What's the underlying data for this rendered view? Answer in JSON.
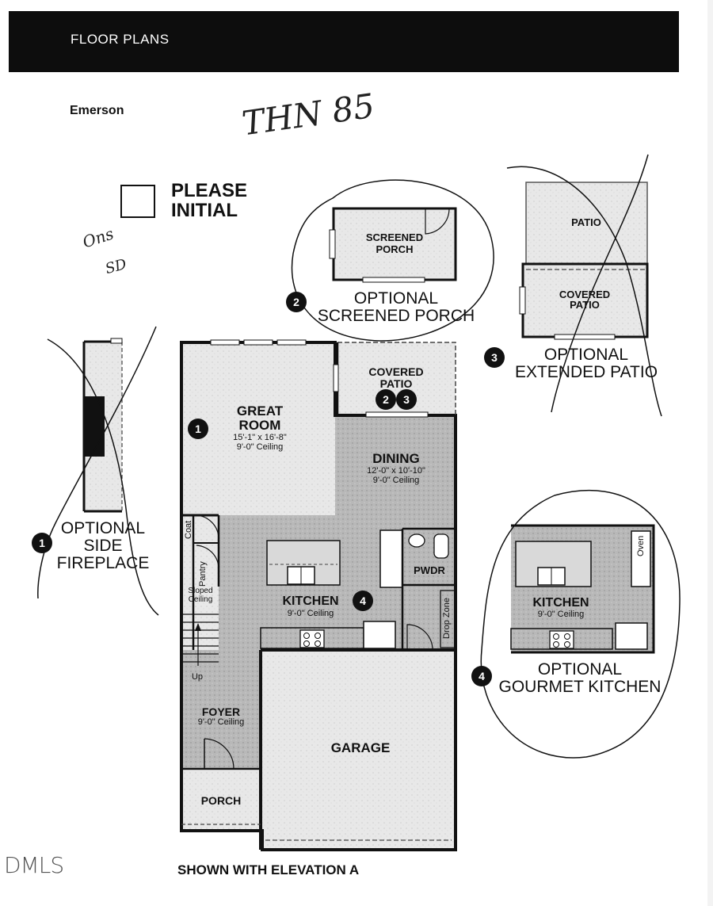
{
  "header": {
    "title": "FLOOR PLANS"
  },
  "plan": {
    "name": "Emerson"
  },
  "handwriting": {
    "code": "THN 85",
    "initials_top": "Ons",
    "initials_bottom": "SD"
  },
  "initial_prompt": {
    "line1": "PLEASE",
    "line2": "INITIAL"
  },
  "rooms": {
    "great_room": {
      "name_line1": "GREAT",
      "name_line2": "ROOM",
      "size": "15'-1\" x 16'-8\"",
      "ceiling": "9'-0\" Ceiling"
    },
    "dining": {
      "name": "DINING",
      "size": "12'-0\" x 10'-10\"",
      "ceiling": "9'-0\" Ceiling"
    },
    "kitchen": {
      "name": "KITCHEN",
      "ceiling": "9'-0\" Ceiling"
    },
    "covered_patio": {
      "line1": "COVERED",
      "line2": "PATIO"
    },
    "foyer": {
      "name": "FOYER",
      "ceiling": "9'-0\" Ceiling"
    },
    "garage": {
      "name": "GARAGE"
    },
    "porch": {
      "name": "PORCH"
    },
    "pwdr": {
      "name": "PWDR"
    },
    "coat": "Coat",
    "pantry": "Pantry",
    "sloped_ceiling": {
      "line1": "Sloped",
      "line2": "Ceiling"
    },
    "up": "Up",
    "drop_zone": "Drop Zone"
  },
  "options": {
    "screened_porch": {
      "badge": "2",
      "room_line1": "SCREENED",
      "room_line2": "PORCH",
      "title_line1": "OPTIONAL",
      "title_line2": "SCREENED PORCH"
    },
    "extended_patio": {
      "badge": "3",
      "patio": "PATIO",
      "covered_line1": "COVERED",
      "covered_line2": "PATIO",
      "title_line1": "OPTIONAL",
      "title_line2": "EXTENDED PATIO"
    },
    "side_fireplace": {
      "badge": "1",
      "title_line1": "OPTIONAL",
      "title_line2": "SIDE",
      "title_line3": "FIREPLACE"
    },
    "gourmet_kitchen": {
      "badge": "4",
      "room": "KITCHEN",
      "ceiling": "9'-0\" Ceiling",
      "oven": "Oven",
      "title_line1": "OPTIONAL",
      "title_line2": "GOURMET KITCHEN"
    }
  },
  "badges": {
    "great_room": "1",
    "patio_a": "2",
    "patio_b": "3",
    "kitchen": "4"
  },
  "footer": {
    "caption": "SHOWN WITH ELEVATION A",
    "watermark": "DMLS"
  },
  "colors": {
    "header_bg": "#0d0d0d",
    "floor_fill": "#b3b3b3",
    "light_fill": "#e6e6e6",
    "wall": "#111111"
  }
}
